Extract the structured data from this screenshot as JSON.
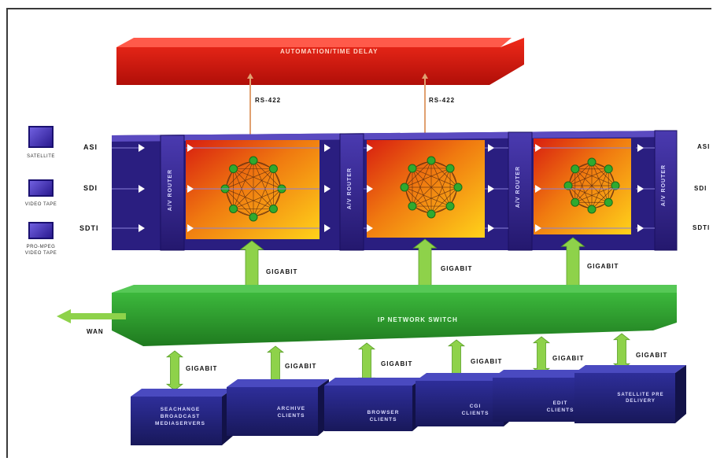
{
  "automation": {
    "label": "AUTOMATION/TIME DELAY"
  },
  "rs422": [
    "RS-422",
    "RS-422"
  ],
  "router_label": "A/V ROUTER",
  "inputs": [
    {
      "signal": "ASI",
      "caption": "SATELLITE"
    },
    {
      "signal": "SDI",
      "caption": "VIDEO TAPE"
    },
    {
      "signal": "SDTI",
      "caption": "PRO-MPEG VIDEO TAPE"
    }
  ],
  "outputs": [
    "ASI",
    "SDI",
    "SDTI"
  ],
  "gigabit": "GIGABIT",
  "switch": {
    "label": "IP NETWORK SWITCH"
  },
  "wan": "WAN",
  "clients": [
    "SEACHANGE BROADCAST MEDIASERVERS",
    "ARCHIVE CLIENTS",
    "BROWSER CLIENTS",
    "CGI CLIENTS",
    "EDIT CLIENTS",
    "SATELLITE PRE DELIVERY"
  ],
  "colors": {
    "automation": "#e11a12",
    "router": "#3a2a9a",
    "switch": "#2a9a2a",
    "arrows": "#8ed24a",
    "rs422_line": "#e0a070",
    "client": "#22227a"
  }
}
